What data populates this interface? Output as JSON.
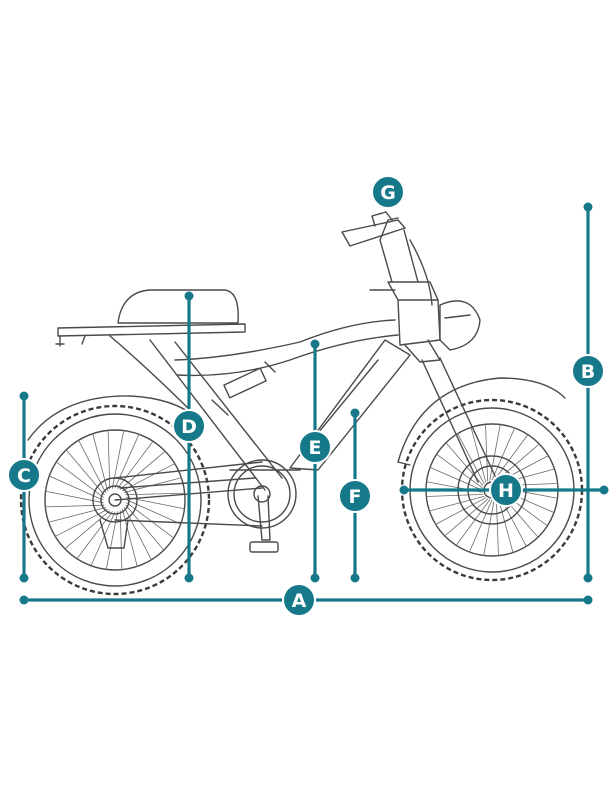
{
  "colors": {
    "accent": "#16798a",
    "line_art": "#4a4a4a",
    "background": "#ffffff"
  },
  "dimension_labels": {
    "a": "A",
    "b": "B",
    "c": "C",
    "d": "D",
    "e": "E",
    "f": "F",
    "g": "G",
    "h": "H"
  }
}
